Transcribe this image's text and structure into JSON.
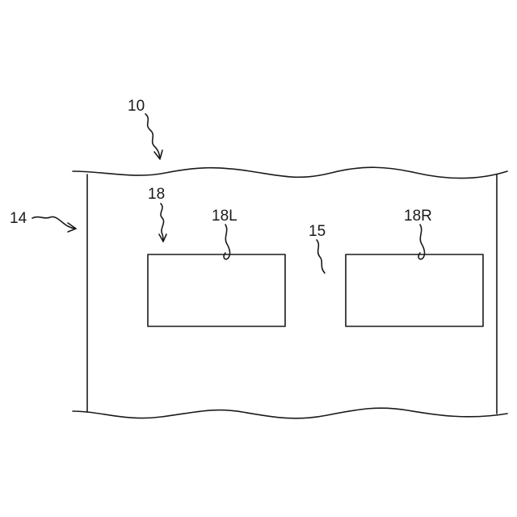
{
  "labels": {
    "device": "10",
    "side_edge": "14",
    "body_region": "15",
    "window_group": "18",
    "window_left": "18L",
    "window_right": "18R"
  }
}
